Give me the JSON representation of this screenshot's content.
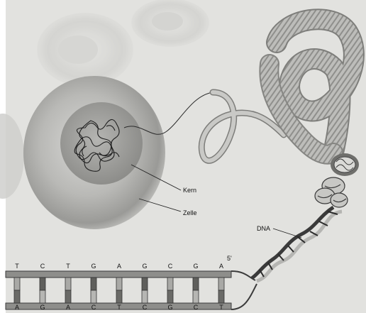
{
  "labels": {
    "nucleus": "Kern",
    "cell": "Zelle",
    "dna": "DNA",
    "strand_end": "5'"
  },
  "dna_sequence": {
    "top": [
      "T",
      "C",
      "T",
      "G",
      "A",
      "G",
      "C",
      "G",
      "A"
    ],
    "bottom": [
      "A",
      "G",
      "A",
      "C",
      "T",
      "C",
      "G",
      "C",
      "T"
    ]
  }
}
